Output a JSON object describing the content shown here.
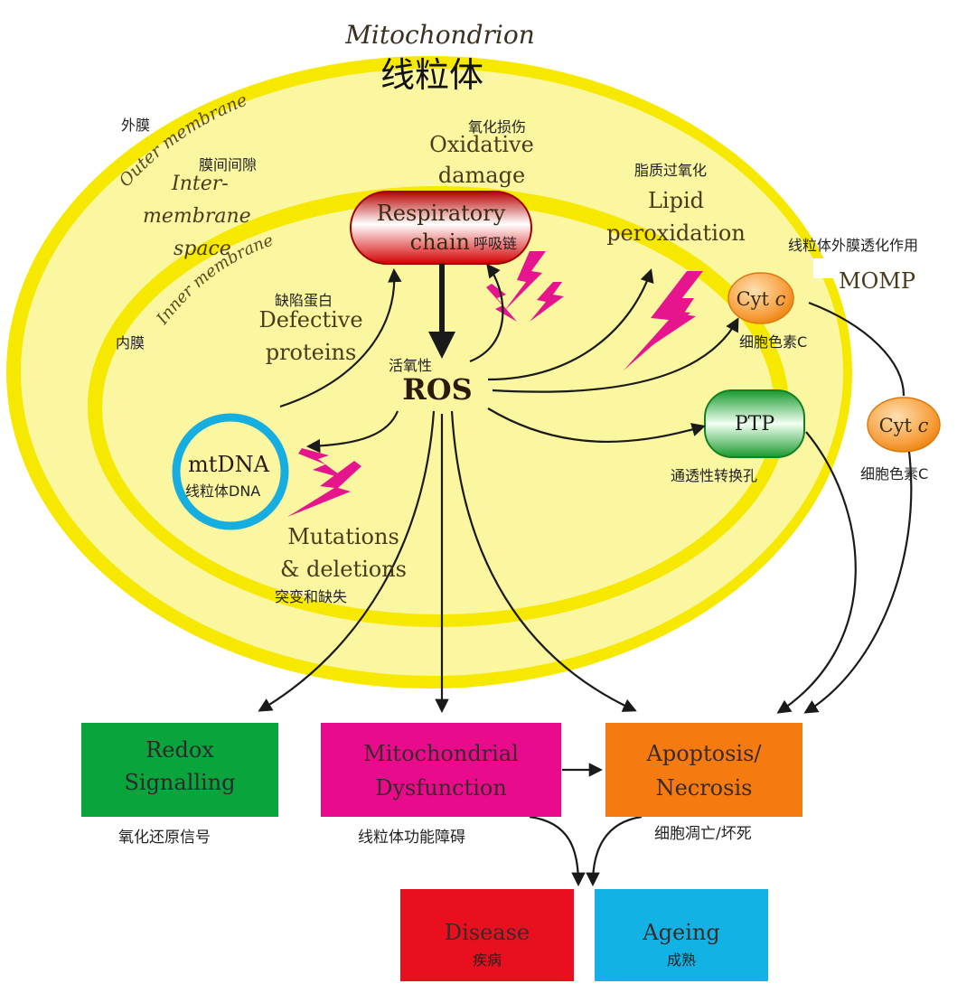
{
  "title": {
    "en": "Mitochondrion",
    "zh": "线粒体"
  },
  "membranes": {
    "outer_zh": "外膜",
    "outer_en": "Outer membrane",
    "inter_zh": "膜间间隙",
    "inter_en_1": "Inter-",
    "inter_en_2": "membrane",
    "inter_en_3": "space",
    "inner_en": "Inner membrane",
    "inner_zh": "内膜"
  },
  "respiratory_chain": {
    "en_1": "Respiratory",
    "en_2": "chain",
    "zh": "呼吸链"
  },
  "oxidative_damage": {
    "zh": "氧化损伤",
    "en_1": "Oxidative",
    "en_2": "damage"
  },
  "lipid": {
    "zh": "脂质过氧化",
    "en_1": "Lipid",
    "en_2": "peroxidation"
  },
  "momp": {
    "zh": "线粒体外膜透化作用",
    "en": "MOMP"
  },
  "cytc_inner": {
    "en": "Cyt",
    "italic": "c",
    "zh": "细胞色素C"
  },
  "cytc_outer": {
    "en": "Cyt",
    "italic": "c",
    "zh": "细胞色素C"
  },
  "defective": {
    "zh": "缺陷蛋白",
    "en_1": "Defective",
    "en_2": "proteins"
  },
  "ros": {
    "zh": "活氧性",
    "en": "ROS"
  },
  "ptp": {
    "en": "PTP",
    "zh": "通透性转换孔"
  },
  "mtdna": {
    "en": "mtDNA",
    "zh": "线粒体DNA"
  },
  "mutations": {
    "en_1": "Mutations",
    "en_2": "& deletions",
    "zh": "突变和缺失"
  },
  "boxes": {
    "redox": {
      "en_1": "Redox",
      "en_2": "Signalling",
      "zh": "氧化还原信号",
      "color": "#0aa43c"
    },
    "mito_dys": {
      "en_1": "Mitochondrial",
      "en_2": "Dysfunction",
      "zh": "线粒体功能障碍",
      "color": "#ea0b8c"
    },
    "apoptosis": {
      "en_1": "Apoptosis/",
      "en_2": "Necrosis",
      "zh": "细胞凋亡/坏死",
      "color": "#f57a10"
    },
    "disease": {
      "en": "Disease",
      "zh": "疾病",
      "color": "#e8101e"
    },
    "ageing": {
      "en": "Ageing",
      "zh": "成熟",
      "color": "#12b2e4"
    }
  },
  "colors": {
    "membrane_yellow": "#f7e800",
    "matrix_yellow": "#fbf6a0",
    "mtdna_ring": "#16aee0",
    "lightning": "#e6158e",
    "text_dark": "#4a3a1a"
  }
}
